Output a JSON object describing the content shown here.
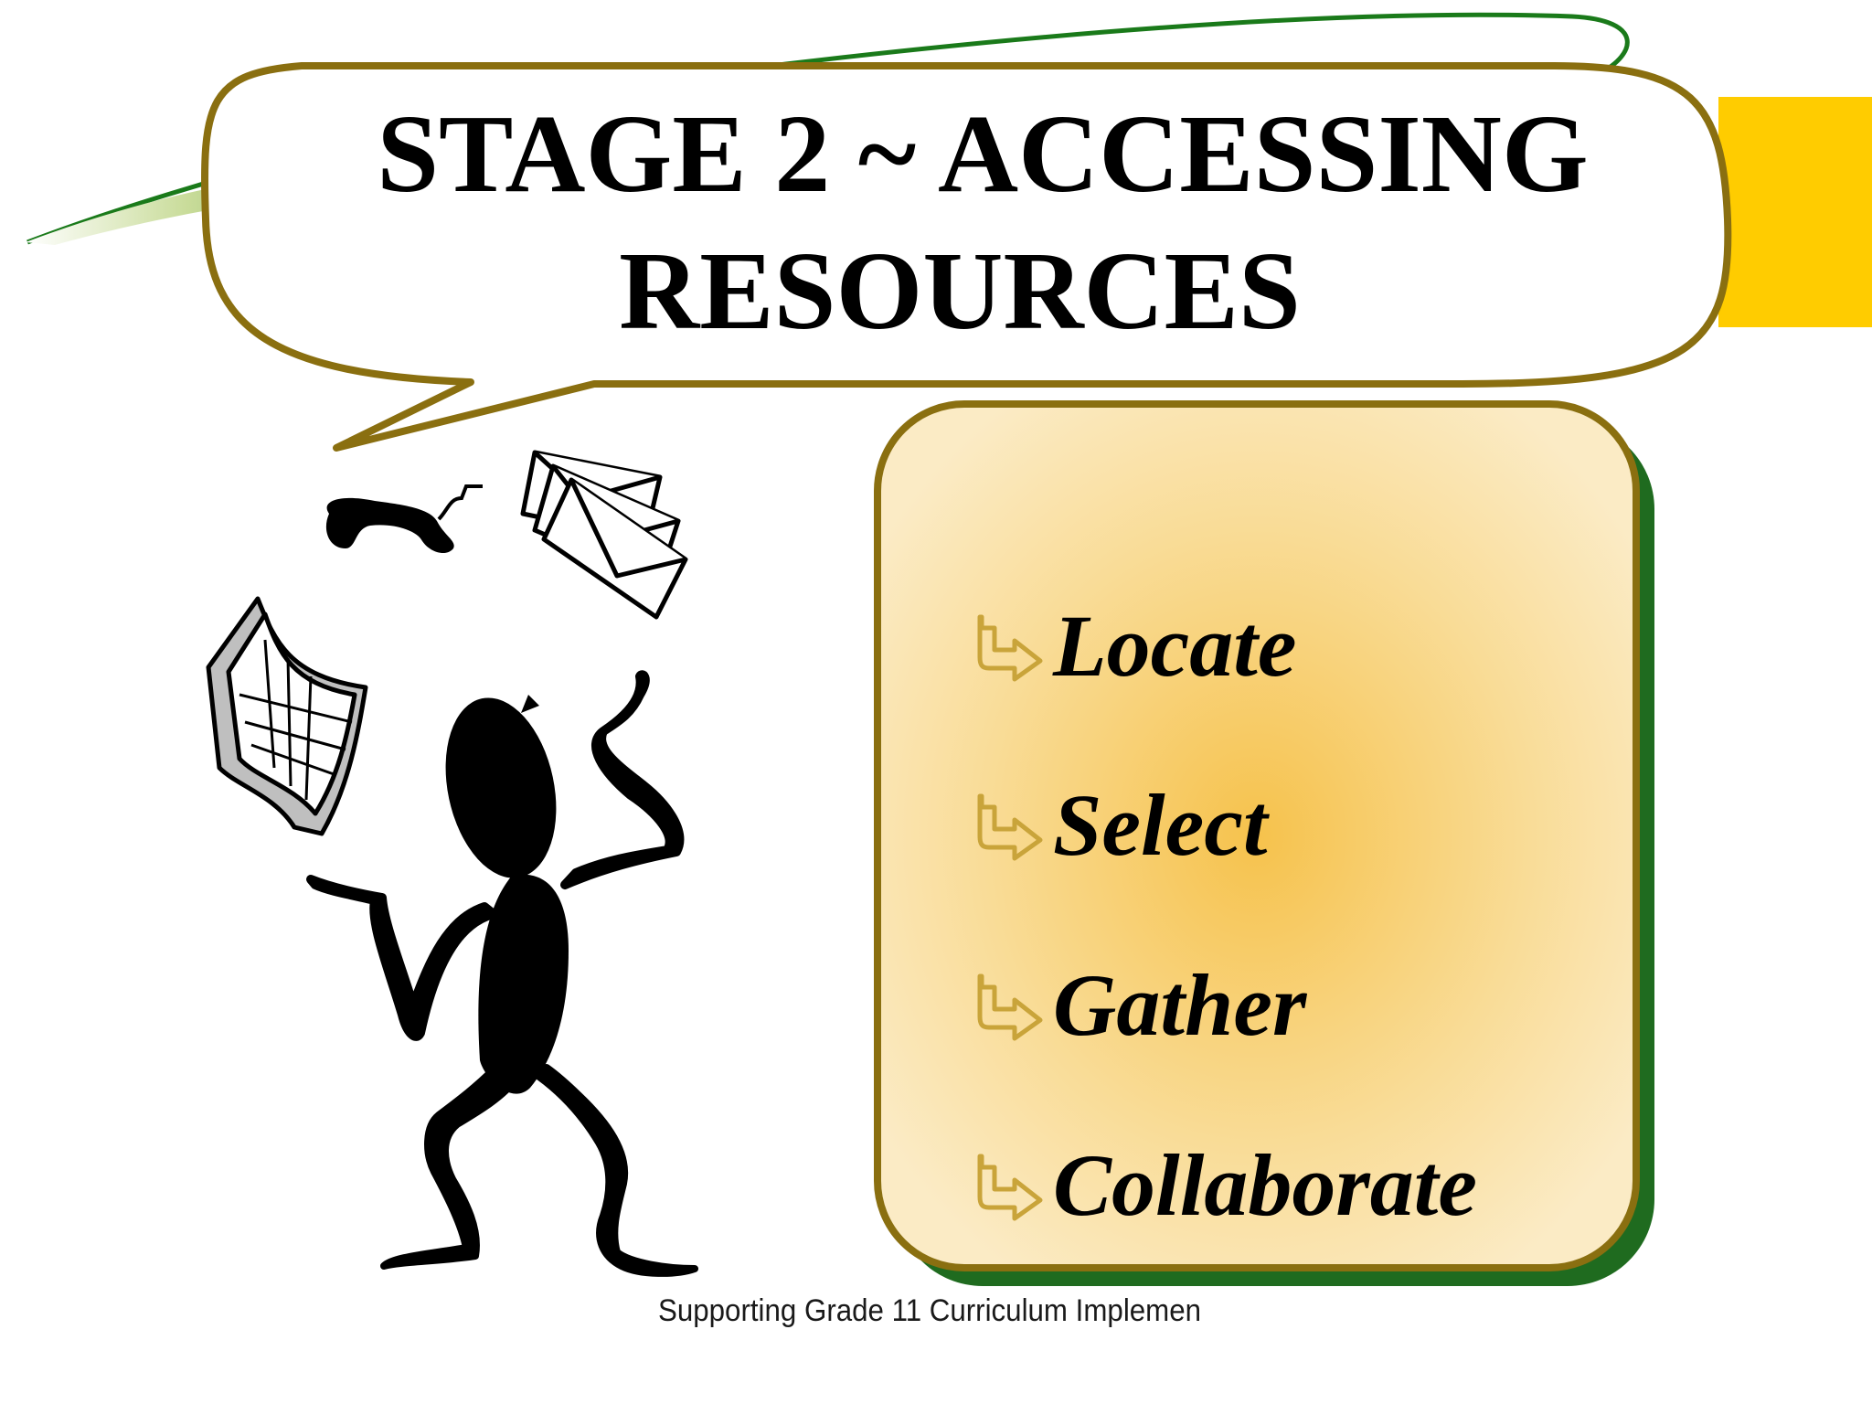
{
  "slide": {
    "title_line_1": "STAGE 2 ~ ACCESSING",
    "title_line_2": "RESOURCES",
    "bullets": [
      {
        "label": "Locate",
        "icon": "arrow-bullet-icon"
      },
      {
        "label": "Select",
        "icon": "arrow-bullet-icon"
      },
      {
        "label": "Gather",
        "icon": "arrow-bullet-icon"
      },
      {
        "label": "Collaborate",
        "icon": "arrow-bullet-icon"
      }
    ],
    "footer": "Supporting Grade 11 Curriculum Implemen",
    "clipart": "juggling-person-clipart"
  },
  "colors": {
    "accent_yellow": "#FFCC00",
    "swoosh_green": "#1a7a1a",
    "bubble_border": "#8a6f10",
    "box_fill": "#f8d27a",
    "box_shadow": "#1f6b1f",
    "bullet_icon": "#c9a43a"
  }
}
